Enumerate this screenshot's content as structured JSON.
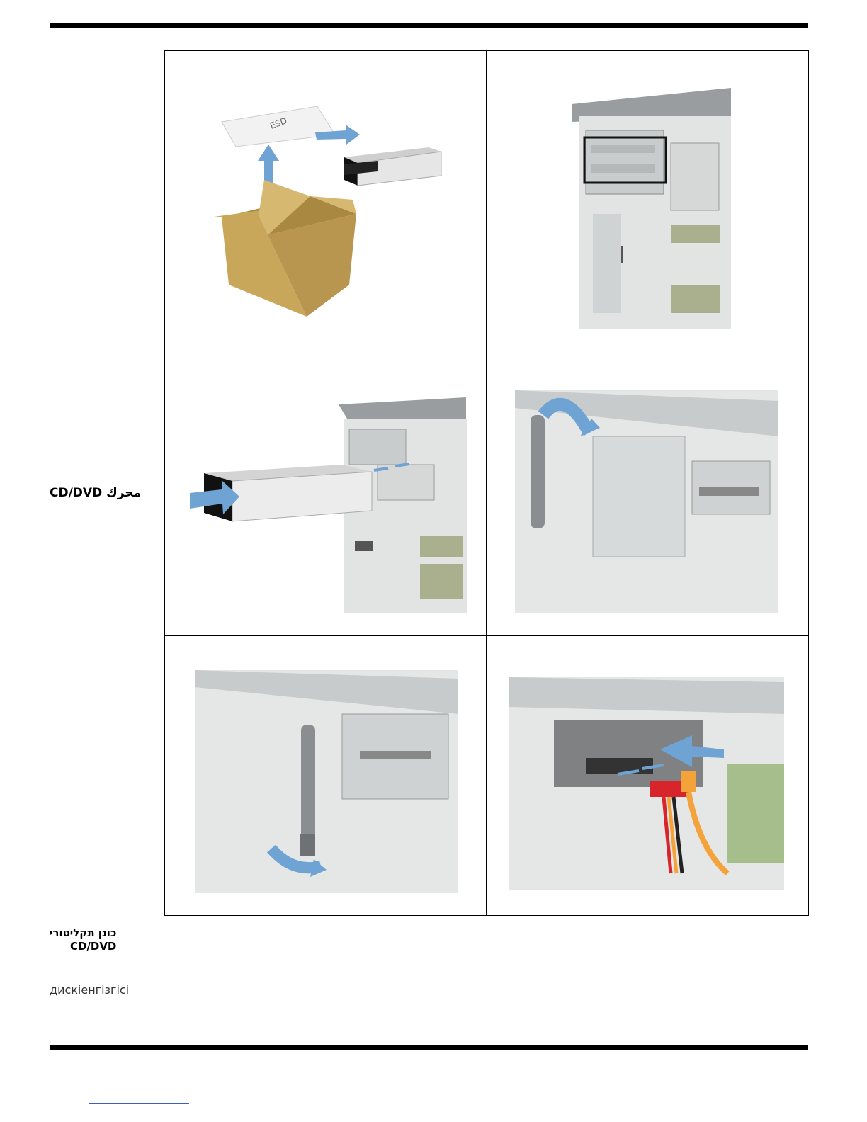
{
  "labels": {
    "arabic": "محرك CD/DVD",
    "hebrew_line1": "כונן תקליטורי",
    "hebrew_line2": "CD/DVD",
    "kazakh": "дискіенгізгісі"
  },
  "illustrations": [
    {
      "name": "unbox-drive-illustration",
      "icon": "box-unpack"
    },
    {
      "name": "chassis-bay-illustration",
      "icon": "chassis-bay"
    },
    {
      "name": "insert-drive-illustration",
      "icon": "drive-insert"
    },
    {
      "name": "lock-lever-open-illustration",
      "icon": "lever-up"
    },
    {
      "name": "lock-lever-close-illustration",
      "icon": "lever-down"
    },
    {
      "name": "connect-cables-illustration",
      "icon": "sata-cables"
    }
  ],
  "colors": {
    "arrow": "#6ea3d4",
    "cardboard": "#c9a75a",
    "chassis": "#d9dcdc",
    "cable_red": "#d8242b",
    "cable_yellow": "#f4a23a"
  }
}
